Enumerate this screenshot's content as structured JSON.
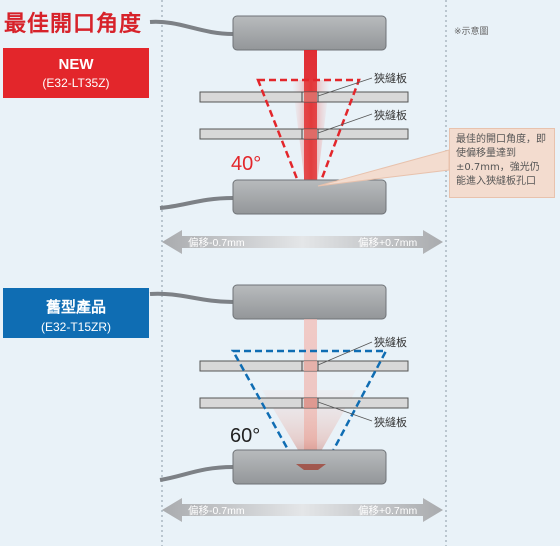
{
  "page": {
    "title": "最佳開口角度",
    "note": "※示意圖"
  },
  "new_product": {
    "label": "NEW",
    "model": "(E32-LT35Z)",
    "angle": "40°",
    "slit_label_top": "狹縫板",
    "slit_label_bottom": "狹縫板",
    "offset_left": "偏移-0.7mm",
    "offset_right": "偏移+0.7mm"
  },
  "callout": {
    "text": "最佳的開口角度，即使偏移量達到±0.7mm，強光仍能進入狹縫板孔口"
  },
  "old_product": {
    "label": "舊型產品",
    "model": "(E32-T15ZR)",
    "angle": "60°",
    "slit_label_top": "狹縫板",
    "slit_label_bottom": "狹縫板",
    "offset_left": "偏移-0.7mm",
    "offset_right": "偏移+0.7mm"
  },
  "colors": {
    "new_accent": "#e3262b",
    "old_accent": "#0f6db3",
    "sensor_body": "#a6a9ac",
    "background": "#e9f2f8"
  }
}
